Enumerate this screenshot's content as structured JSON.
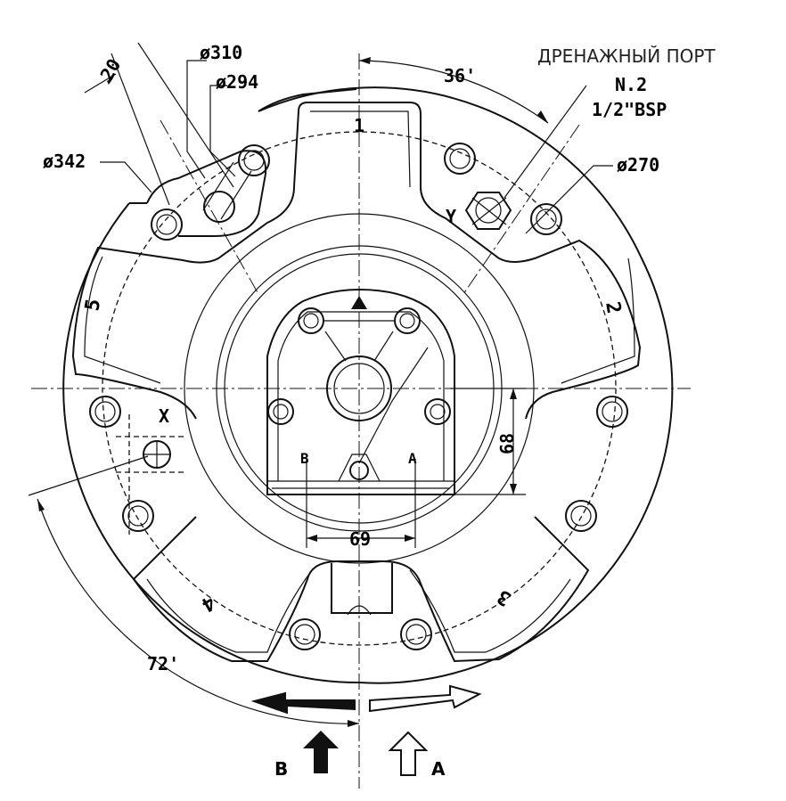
{
  "header": {
    "drain_port_label": "ДРЕНАЖНЫЙ ПОРТ"
  },
  "dimensions": {
    "d310": "ø310",
    "d294": "ø294",
    "d342": "ø342",
    "d270": "ø270",
    "w20": "20",
    "angle36": "36'",
    "angle72": "72'",
    "dim68": "68",
    "dim69": "69"
  },
  "port": {
    "number": "N.2",
    "thread": "1/2\"BSP"
  },
  "markers": {
    "x": "X",
    "y": "Y",
    "b_port": "B",
    "a_port": "A"
  },
  "lobes": {
    "l1": "1",
    "l2": "2",
    "l3": "3",
    "l4": "4",
    "l5": "5"
  },
  "rotation": {
    "b": "B",
    "a": "A"
  }
}
